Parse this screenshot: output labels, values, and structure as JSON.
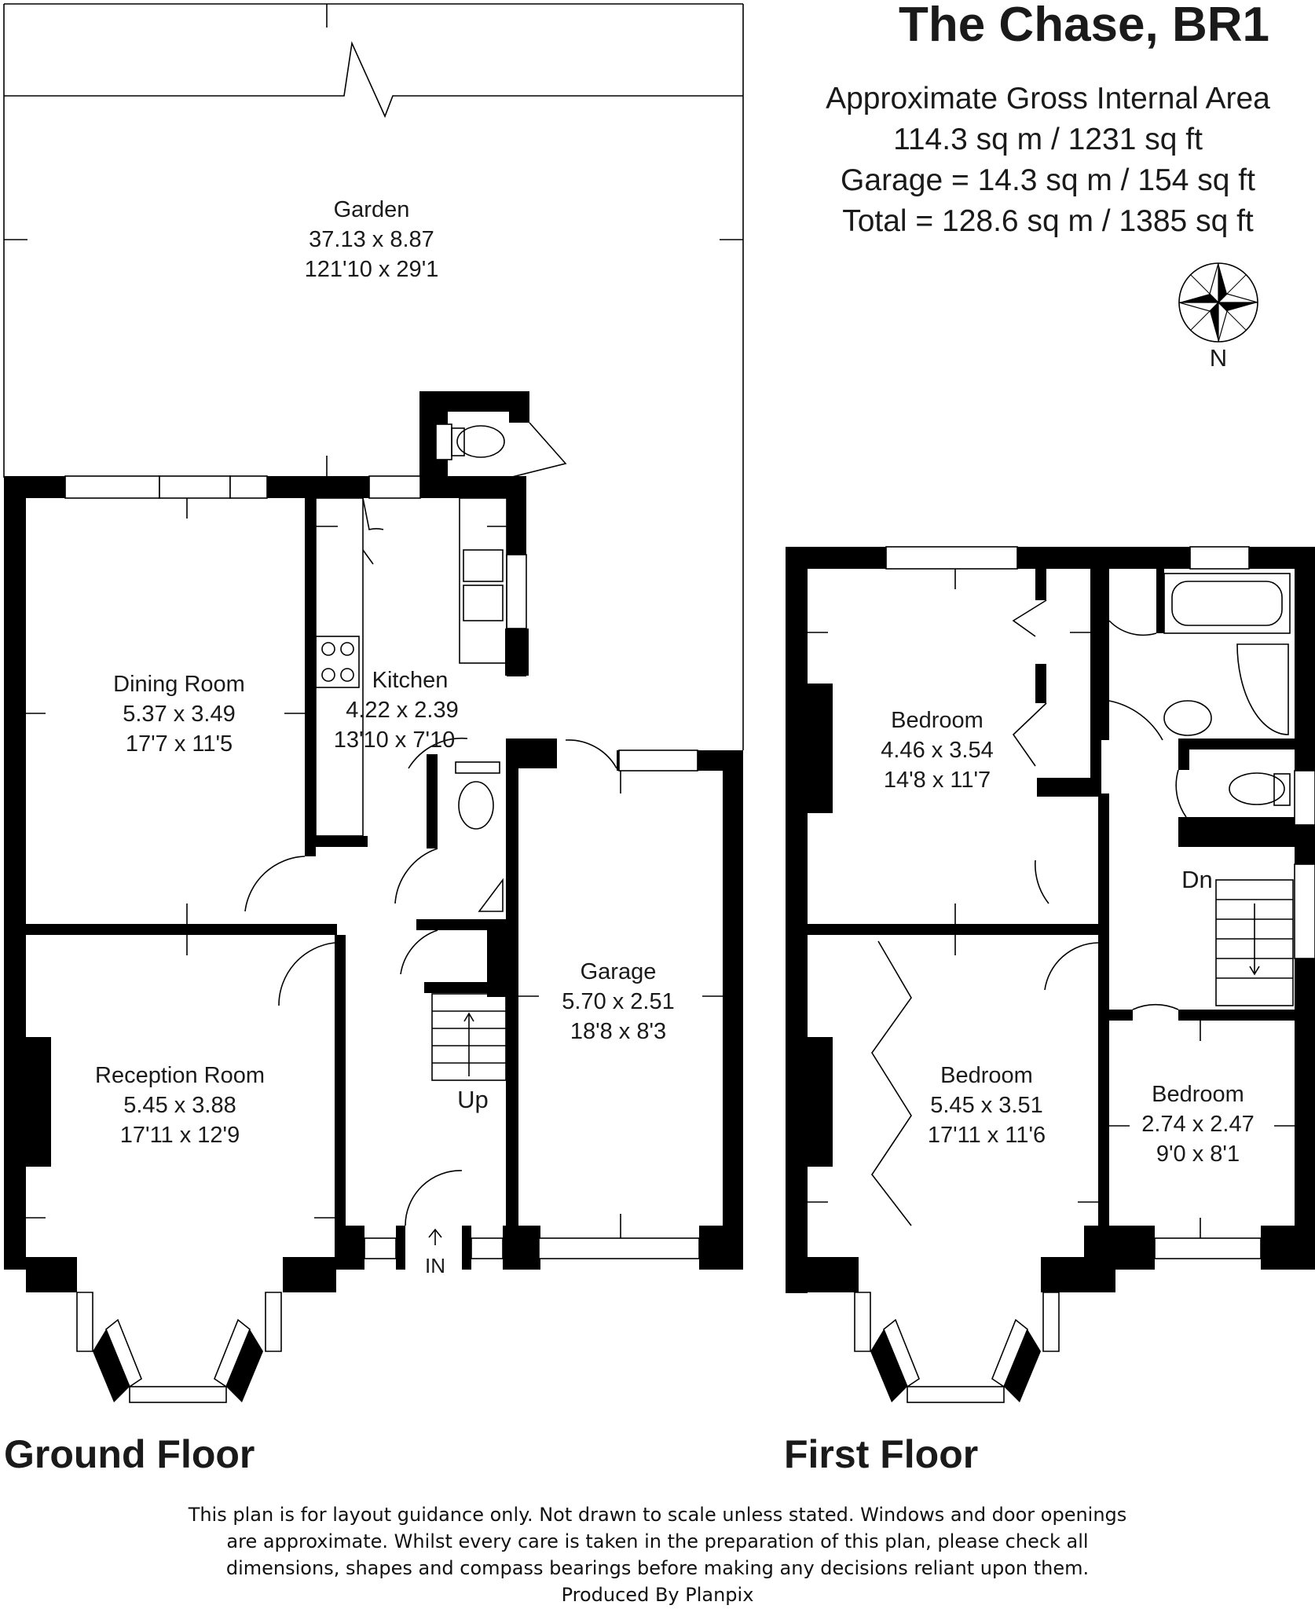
{
  "header": {
    "title": "The Chase, BR1",
    "area_lines": [
      "Approximate Gross Internal Area",
      "114.3 sq m / 1231 sq ft",
      "Garage = 14.3 sq m / 154 sq ft",
      "Total = 128.6 sq m / 1385 sq ft"
    ]
  },
  "compass": {
    "label": "N",
    "icon": "compass-icon"
  },
  "floors": {
    "ground": {
      "label": "Ground Floor"
    },
    "first": {
      "label": "First Floor"
    }
  },
  "rooms": {
    "garden": {
      "name": "Garden",
      "metric": "37.13 x 8.87",
      "imperial": "121'10 x 29'1"
    },
    "dining": {
      "name": "Dining Room",
      "metric": "5.37 x 3.49",
      "imperial": "17'7 x 11'5"
    },
    "kitchen": {
      "name": "Kitchen",
      "metric": "4.22 x 2.39",
      "imperial": "13'10 x 7'10"
    },
    "reception": {
      "name": "Reception Room",
      "metric": "5.45 x 3.88",
      "imperial": "17'11 x 12'9"
    },
    "garage": {
      "name": "Garage",
      "metric": "5.70 x 2.51",
      "imperial": "18'8 x 8'3"
    },
    "bedroom1": {
      "name": "Bedroom",
      "metric": "4.46 x 3.54",
      "imperial": "14'8 x 11'7"
    },
    "bedroom2": {
      "name": "Bedroom",
      "metric": "5.45 x 3.51",
      "imperial": "17'11 x 11'6"
    },
    "bedroom3": {
      "name": "Bedroom",
      "metric": "2.74 x 2.47",
      "imperial": "9'0 x 8'1"
    }
  },
  "labels": {
    "up": "Up",
    "down": "Dn",
    "entrance": "IN"
  },
  "disclaimer": [
    "This plan is for layout guidance only. Not drawn to scale unless stated. Windows and door openings",
    "are approximate. Whilst every care is taken in the preparation of this plan, please check all",
    "dimensions, shapes and compass bearings before making any decisions reliant upon them.",
    "Produced By Planpix"
  ]
}
